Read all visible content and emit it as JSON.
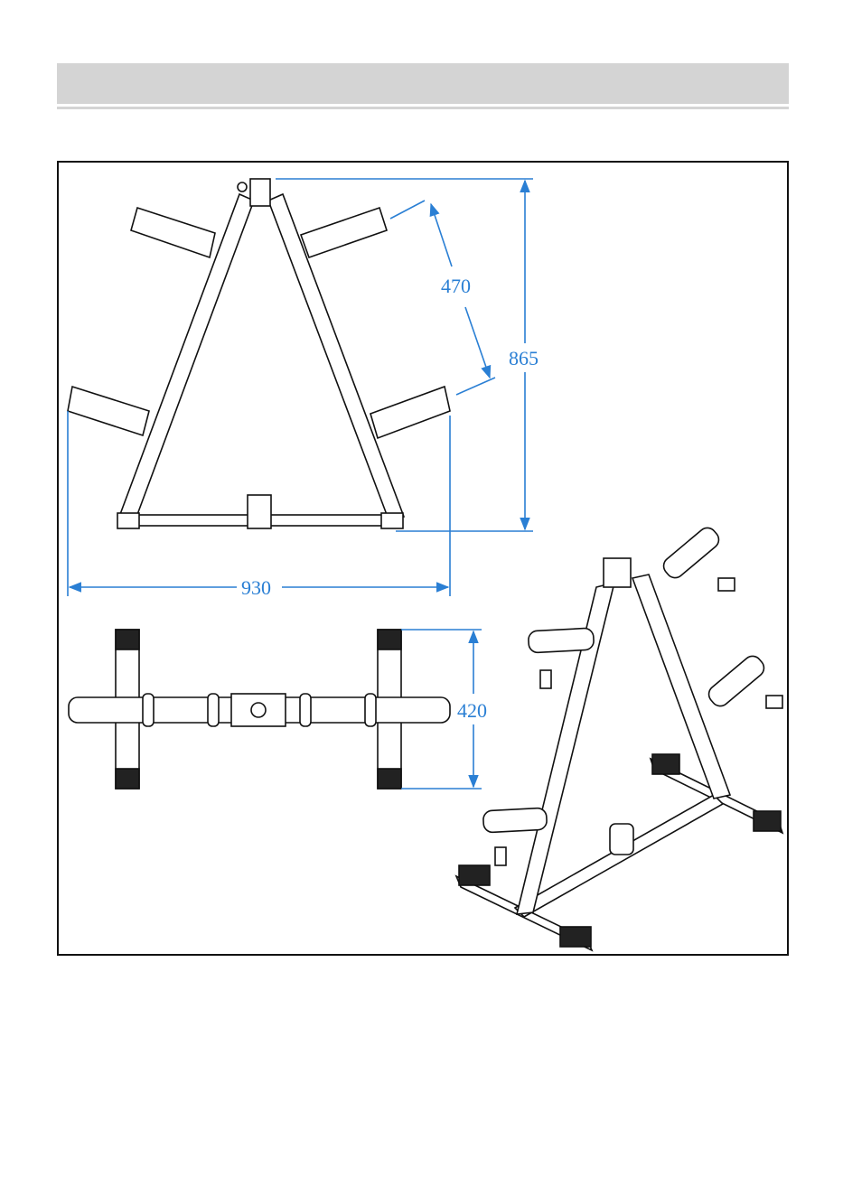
{
  "header": {
    "title": ""
  },
  "colors": {
    "dimension": "#2a7fd4",
    "line": "#111111",
    "header_bar": "#d4d4d4"
  },
  "dimensions": {
    "arm_spacing": "470",
    "height": "865",
    "width": "930",
    "depth": "420"
  }
}
